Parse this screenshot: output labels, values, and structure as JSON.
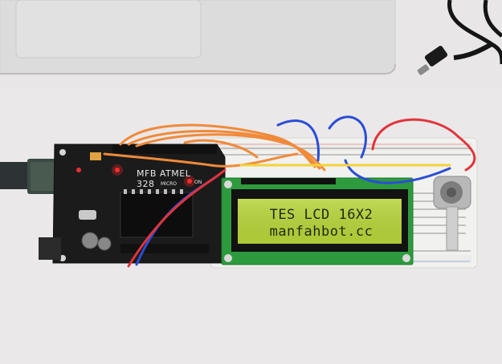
{
  "lcd": {
    "line1": "TES LCD 16X2",
    "line2": "manfahbot.cc"
  },
  "board": {
    "brand": "MFB ATMEL",
    "chip": "328",
    "micro_label": "MICRO",
    "power_label": "ON"
  },
  "colors": {
    "desk": "#e9e7e8",
    "laptop": "#d9d9d9",
    "pcb": "#1b1b1b",
    "breadboard": "#f2f2f0",
    "lcd_backlight": "#b5d43a",
    "wire_orange": "#f08a3a",
    "wire_blue": "#2a4ed6",
    "wire_red": "#e2343a",
    "wire_yellow": "#f2d23a"
  }
}
